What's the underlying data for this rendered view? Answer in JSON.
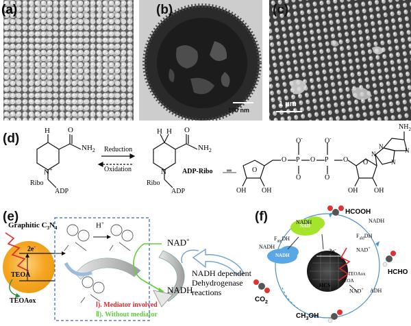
{
  "panels": {
    "a": {
      "label": "(a)"
    },
    "b": {
      "label": "(b)",
      "scale_bar": "100 nm"
    },
    "c": {
      "label": "(c)",
      "scale_bar": "1 μm"
    },
    "d": {
      "label": "(d)",
      "h_left": "H",
      "h_right_1": "H",
      "h_right_2": "H",
      "nh2_left": "NH",
      "nh2_left_sub": "2",
      "nh2_right": "NH",
      "nh2_right_sub": "2",
      "o_left": "O",
      "o_right": "O",
      "n_plus": "N",
      "n_right": "N",
      "reduction": "Reduction",
      "oxidation": "Oxidation",
      "ribo_left": "Ribo",
      "adp_left": "ADP",
      "ribo_right": "Ribo",
      "adp_right": "ADP",
      "adp_ribo": "ADP-Ribo",
      "equals": "═",
      "oh_1": "OH",
      "oh_2": "OH",
      "oh_3": "OH",
      "oh_4": "OH",
      "o_minus_1": "O",
      "o_minus_2": "O",
      "p_1": "P",
      "p_2": "P",
      "o_ring_1": "O",
      "o_ring_2": "O",
      "o_bridge_1": "O",
      "o_bridge_2": "O",
      "o_bridge_3": "O",
      "o_double_1": "O",
      "o_double_2": "O",
      "nh2_adenine": "NH",
      "nh2_adenine_sub": "2",
      "n_a1": "N",
      "n_a2": "N",
      "n_a3": "N",
      "n_a4": "N"
    },
    "e": {
      "label": "(e)",
      "graphitic": "Graphitic C",
      "graphitic_sub": "3",
      "graphitic_n": "N",
      "graphitic_n_sub": "4",
      "electrons": "2e",
      "teoa": "TEOA",
      "teoaox": "TEOAox",
      "h_plus": "H",
      "nad_plus": "NAD",
      "nadh": "NADH",
      "mediator_involved": "Ⅰ). Mediator involved",
      "without_mediator": "Ⅱ). Without mediator",
      "dependent_line1": "NADH dependent",
      "dependent_line2": "Dehydrogenase",
      "dependent_line3": "reactions"
    },
    "f": {
      "label": "(f)",
      "hcooh": "HCOOH",
      "hcho": "HCHO",
      "co2": "CO",
      "co2_sub": "2",
      "ch3oh": "CH",
      "ch3oh_sub": "3",
      "ch3oh_tail": "OH",
      "nadh_tl": "NADH",
      "nadh_tr": "NADH",
      "nadh_left": "NADH",
      "nadh_blue": "NADH",
      "nad_green": "NAD",
      "nad_right": "NAD",
      "nad_right2": "NAD",
      "fatedh": "F",
      "fatedh_sub": "ate",
      "fatedh_tail": "DH",
      "faldh": "F",
      "faldh_sub": "ald",
      "faldh_tail": "DH",
      "adh": "ADH",
      "electrons": "2e",
      "hcs": "HCS",
      "teoa": "TEOA",
      "teoaox": "TEOAox"
    }
  },
  "colors": {
    "orange_particle": "#f5a623",
    "nadh_green": "#a6e32b",
    "nadh_blue": "#5aa7e6",
    "mediator_red": "#e0262b",
    "without_green": "#5fcf39",
    "dashed_box": "#2c5fc7"
  }
}
